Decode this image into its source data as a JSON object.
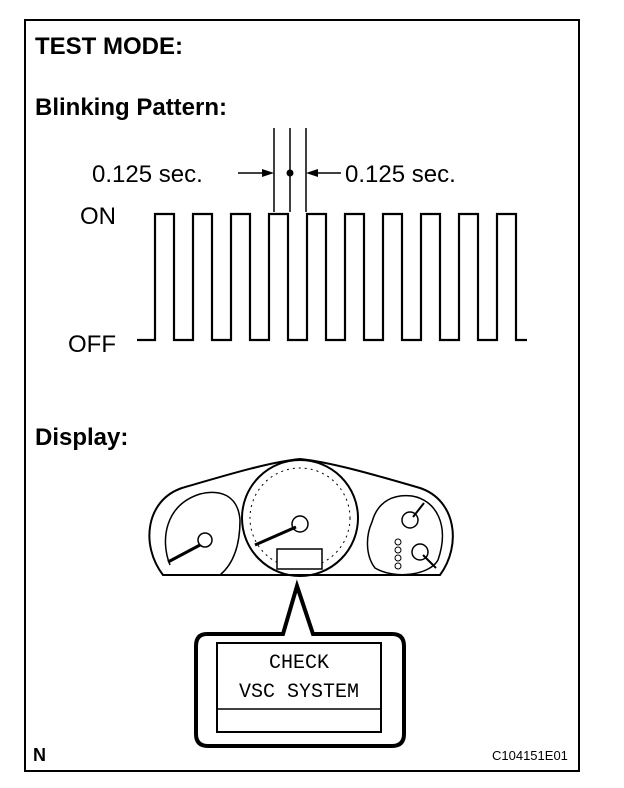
{
  "title": "TEST MODE:",
  "blinking": {
    "heading": "Blinking Pattern:",
    "interval_left": "0.125 sec.",
    "interval_right": "0.125 sec.",
    "state_on": "ON",
    "state_off": "OFF",
    "pulse_count": 10
  },
  "display": {
    "heading": "Display:",
    "message_line1": "CHECK",
    "message_line2": "VSC SYSTEM"
  },
  "corner_mark": "N",
  "figure_code": "C104151E01"
}
